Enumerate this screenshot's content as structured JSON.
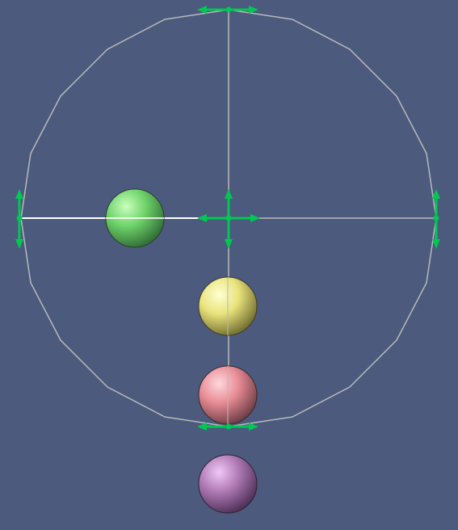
{
  "viewport": {
    "background": "#4b5a7d",
    "widget_color": "#00c853",
    "guide_color": "#b9b9b9",
    "highlight_line_color": "#ffffff"
  },
  "handles": [
    {
      "name": "top-handle",
      "icon": "move-horizontal-icon"
    },
    {
      "name": "left-handle",
      "icon": "move-vertical-icon"
    },
    {
      "name": "right-handle",
      "icon": "move-vertical-icon"
    },
    {
      "name": "center-handle",
      "icon": "move-4way-icon"
    },
    {
      "name": "bottom-handle",
      "icon": "move-horizontal-icon"
    }
  ],
  "spheres": [
    {
      "name": "green-sphere",
      "color": "#6fd36a"
    },
    {
      "name": "yellow-sphere",
      "color": "#e9e37b"
    },
    {
      "name": "red-sphere",
      "color": "#e88c95"
    },
    {
      "name": "purple-sphere",
      "color": "#b07ab6"
    }
  ]
}
